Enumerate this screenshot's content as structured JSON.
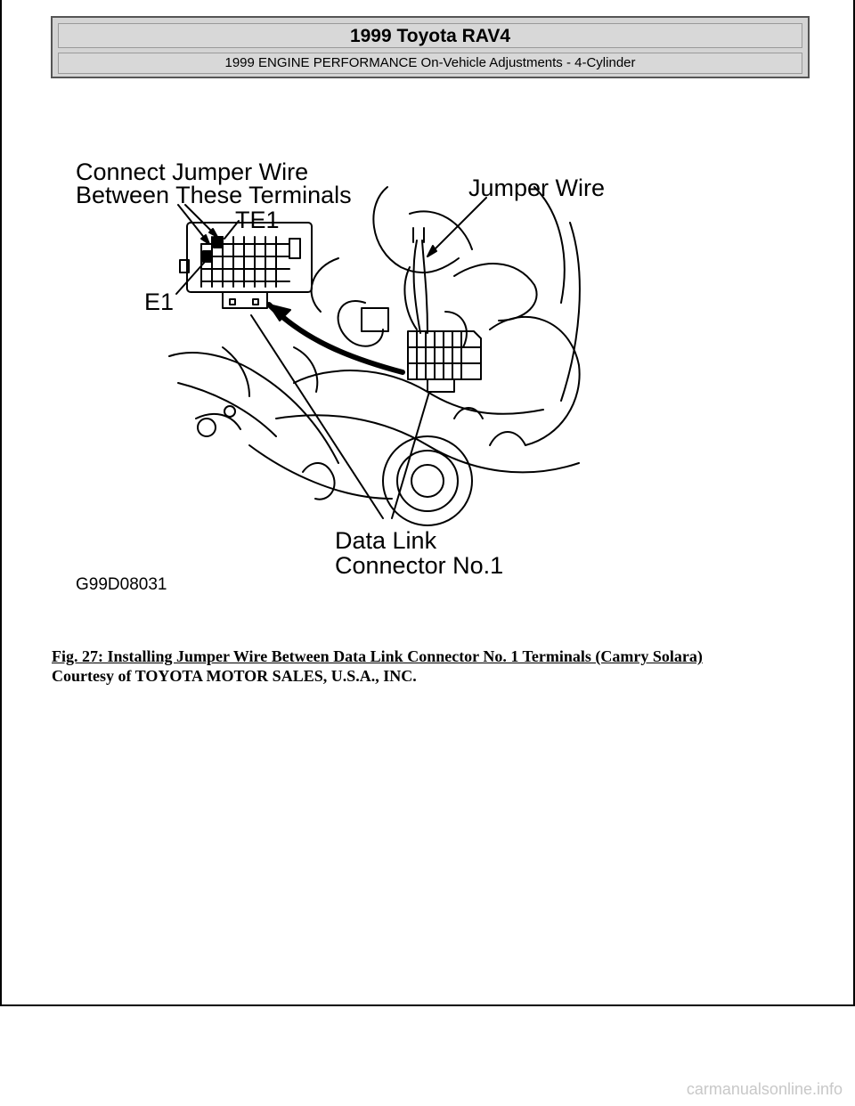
{
  "header": {
    "title": "1999 Toyota RAV4",
    "subtitle": "1999 ENGINE PERFORMANCE On-Vehicle Adjustments - 4-Cylinder"
  },
  "figure": {
    "labels": {
      "connect_jumper_line1": "Connect Jumper Wire",
      "connect_jumper_line2": "Between These Terminals",
      "te1": "TE1",
      "e1": "E1",
      "jumper_wire": "Jumper Wire",
      "dlc_line1": "Data Link",
      "dlc_line2": "Connector No.1",
      "figure_code": "G99D08031"
    }
  },
  "caption": {
    "title": "Fig. 27: Installing Jumper Wire Between Data Link Connector No. 1 Terminals (Camry Solara)",
    "credit": "Courtesy of TOYOTA MOTOR SALES, U.S.A., INC."
  },
  "watermark": {
    "text": "carmanualsonline.info"
  }
}
